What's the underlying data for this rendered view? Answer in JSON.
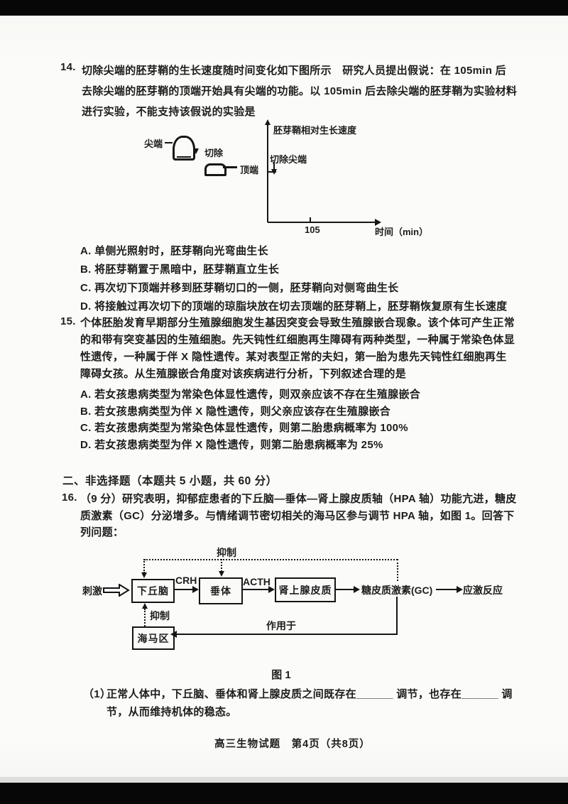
{
  "page": {
    "footer": "高三生物试题　第4页（共8页）"
  },
  "q14": {
    "number": "14.",
    "stem": "切除尖端的胚芽鞘的生长速度随时间变化如下图所示　研究人员提出假说：在 105min 后\n去除尖端的胚芽鞘的顶端开始具有尖端的功能。以 105min 后去除尖端的胚芽鞘为实验材料\n进行实验，不能支持该假说的实验是",
    "diagram": {
      "tip_label": "尖端",
      "cut_label": "切除",
      "apex_label": "顶端",
      "y_axis_label": "胚芽鞘相对生长速度",
      "cut_annotation": "切除尖端",
      "x_tick": "105",
      "x_axis_label": "时间（min）"
    },
    "options": [
      "A. 单侧光照射时，胚芽鞘向光弯曲生长",
      "B. 将胚芽鞘置于黑暗中，胚芽鞘直立生长",
      "C. 再次切下顶端并移到胚芽鞘切口的一侧，胚芽鞘向对侧弯曲生长",
      "D. 将接触过再次切下的顶端的琼脂块放在切去顶端的胚芽鞘上，胚芽鞘恢复原有生长速度"
    ]
  },
  "q15": {
    "number": "15.",
    "stem": "个体胚胎发育早期部分生殖腺细胞发生基因突变会导致生殖腺嵌合现象。该个体可产生正常\n的和带有突变基因的生殖细胞。先天钝性红细胞再生障碍有两种类型，一种属于常染色体显\n性遗传，一种属于伴 X 隐性遗传。某对表型正常的夫妇，第一胎为患先天钝性红细胞再生\n障碍女孩。从生殖腺嵌合角度对该疾病进行分析，下列叙述合理的是",
    "options": [
      "A. 若女孩患病类型为常染色体显性遗传，则双亲应该不存在生殖腺嵌合",
      "B. 若女孩患病类型为伴 X 隐性遗传，则父亲应该存在生殖腺嵌合",
      "C. 若女孩患病类型为常染色体显性遗传，则第二胎患病概率为 100%",
      "D. 若女孩患病类型为伴 X 隐性遗传，则第二胎患病概率为 25%"
    ]
  },
  "section2": {
    "title": "二、非选择题（本题共 5 小题，共 60 分）"
  },
  "q16": {
    "number": "16.",
    "stem": "（9 分）研究表明，抑郁症患者的下丘脑—垂体—肾上腺皮质轴（HPA 轴）功能亢进，糖皮\n质激素（GC）分泌增多。与情绪调节密切相关的海马区参与调节 HPA 轴，如图 1。回答下\n列问题：",
    "flow": {
      "stimulus": "刺激",
      "hypothalamus": "下丘脑",
      "crh": "CRH",
      "pituitary": "垂体",
      "acth": "ACTH",
      "adrenal_cortex": "肾上腺皮质",
      "gc": "糖皮质激素(GC)",
      "stress": "应激反应",
      "inhibit_top": "抑制",
      "inhibit_left": "抑制",
      "acts_on": "作用于",
      "hippocampus": "海马区"
    },
    "figure_caption": "图 1",
    "sub1": {
      "number": "（1）",
      "text": "正常人体中，下丘脑、垂体和肾上腺皮质之间既存在______ 调节，也存在______ 调\n节，从而维持机体的稳态。"
    }
  }
}
